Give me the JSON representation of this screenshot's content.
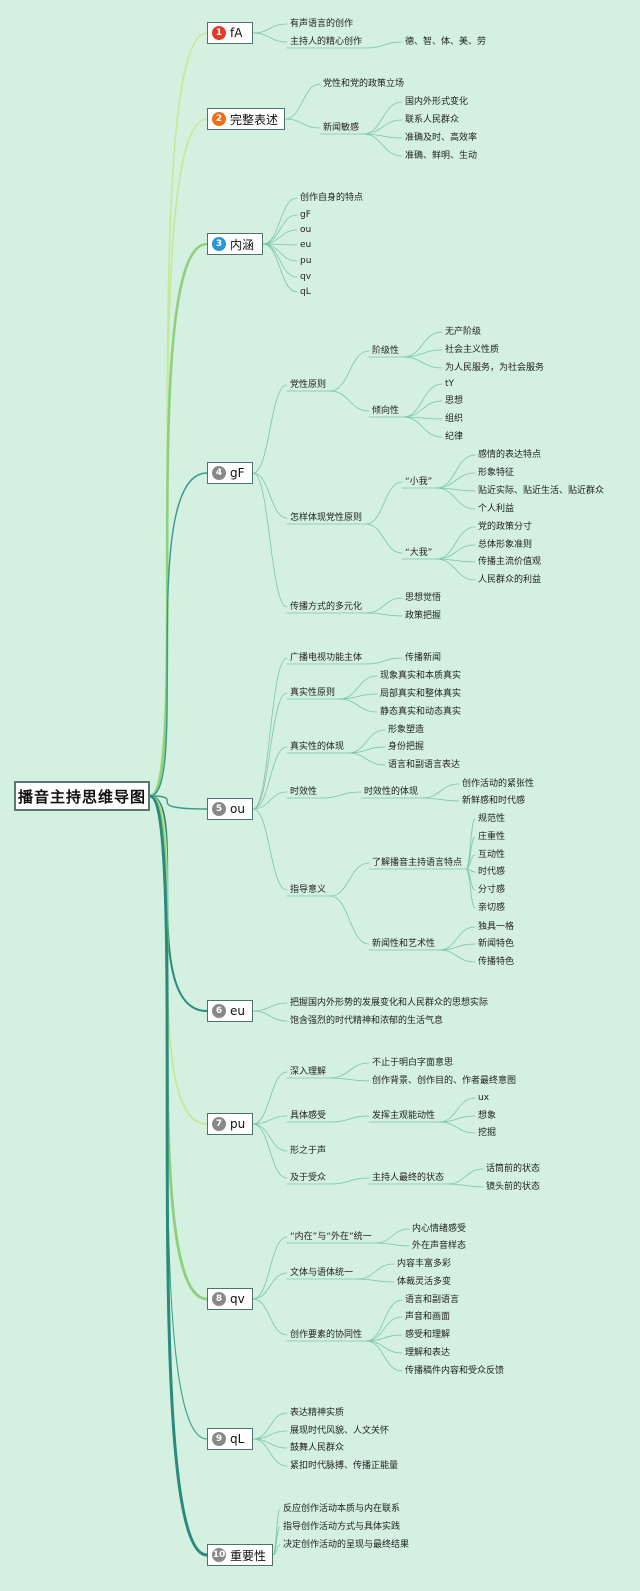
{
  "title": "播音主持思维导图",
  "colors": {
    "bg": "#d3f0e0",
    "light_green": "#c6e89a",
    "mid_green": "#8fcf7d",
    "teal": "#3a9a88",
    "dark_teal": "#2a8a7c",
    "child_line": "#7ec5a8",
    "badge_red": "#e23a2a",
    "badge_orange": "#ee6f1a",
    "badge_blue": "#2b95d6",
    "badge_grey": "#888888"
  },
  "topics": [
    {
      "id": "1",
      "label": "fA",
      "children": [
        {
          "label": "有声语言的创作"
        },
        {
          "label": "主持人的精心创作",
          "children": [
            {
              "label": "德、智、体、美、劳"
            }
          ]
        }
      ]
    },
    {
      "id": "2",
      "label": "完整表述",
      "children": [
        {
          "label": "党性和党的政策立场"
        },
        {
          "label": "新闻敏感",
          "children": [
            {
              "label": "国内外形式变化"
            },
            {
              "label": "联系人民群众"
            },
            {
              "label": "准确及时、高效率"
            },
            {
              "label": "准确、鲜明、生动"
            }
          ]
        }
      ]
    },
    {
      "id": "3",
      "label": "内涵",
      "children": [
        {
          "label": "创作自身的特点"
        },
        {
          "label": "gF"
        },
        {
          "label": "ou"
        },
        {
          "label": "eu"
        },
        {
          "label": "pu"
        },
        {
          "label": "qv"
        },
        {
          "label": "qL"
        }
      ]
    },
    {
      "id": "4",
      "label": "gF",
      "children": [
        {
          "label": "党性原则",
          "children": [
            {
              "label": "阶级性",
              "children": [
                {
                  "label": "无产阶级"
                },
                {
                  "label": "社会主义性质"
                },
                {
                  "label": "为人民服务，为社会服务"
                }
              ]
            },
            {
              "label": "倾向性",
              "children": [
                {
                  "label": "tY"
                },
                {
                  "label": "思想"
                },
                {
                  "label": "组织"
                },
                {
                  "label": "纪律"
                }
              ]
            }
          ]
        },
        {
          "label": "怎样体现党性原则",
          "children": [
            {
              "label": "“小我”",
              "children": [
                {
                  "label": "感情的表达特点"
                },
                {
                  "label": "形象特征"
                },
                {
                  "label": "贴近实际、贴近生活、贴近群众"
                },
                {
                  "label": "个人利益"
                }
              ]
            },
            {
              "label": "“大我”",
              "children": [
                {
                  "label": "党的政策分寸"
                },
                {
                  "label": "总体形象准则"
                },
                {
                  "label": "传播主流价值观"
                },
                {
                  "label": "人民群众的利益"
                }
              ]
            }
          ]
        },
        {
          "label": "传播方式的多元化",
          "children": [
            {
              "label": "思想觉悟"
            },
            {
              "label": "政策把握"
            }
          ]
        }
      ]
    },
    {
      "id": "5",
      "label": "ou",
      "children": [
        {
          "label": "广播电视功能主体",
          "children": [
            {
              "label": "传播新闻"
            }
          ]
        },
        {
          "label": "真实性原则",
          "children": [
            {
              "label": "现象真实和本质真实"
            },
            {
              "label": "局部真实和整体真实"
            },
            {
              "label": "静态真实和动态真实"
            }
          ]
        },
        {
          "label": "真实性的体现",
          "children": [
            {
              "label": "形象塑造"
            },
            {
              "label": "身份把握"
            },
            {
              "label": "语言和副语言表达"
            }
          ]
        },
        {
          "label": "时效性",
          "children": [
            {
              "label": "时效性的体现",
              "children": [
                {
                  "label": "创作活动的紧张性"
                },
                {
                  "label": "新鲜感和时代感"
                }
              ]
            }
          ]
        },
        {
          "label": "指导意义",
          "children": [
            {
              "label": "了解播音主持语言特点",
              "children": [
                {
                  "label": "规范性"
                },
                {
                  "label": "庄重性"
                },
                {
                  "label": "互动性"
                },
                {
                  "label": "时代感"
                },
                {
                  "label": "分寸感"
                },
                {
                  "label": "亲切感"
                }
              ]
            },
            {
              "label": "新闻性和艺术性",
              "children": [
                {
                  "label": "独具一格"
                },
                {
                  "label": "新闻特色"
                },
                {
                  "label": "传播特色"
                }
              ]
            }
          ]
        }
      ]
    },
    {
      "id": "6",
      "label": "eu",
      "children": [
        {
          "label": "把握国内外形势的发展变化和人民群众的思想实际"
        },
        {
          "label": "饱含强烈的时代精神和浓郁的生活气息"
        }
      ]
    },
    {
      "id": "7",
      "label": "pu",
      "children": [
        {
          "label": "深入理解",
          "children": [
            {
              "label": "不止于明白字面意思"
            },
            {
              "label": "创作背景、创作目的、作者最终意图"
            }
          ]
        },
        {
          "label": "具体感受",
          "children": [
            {
              "label": "发挥主观能动性",
              "children": [
                {
                  "label": "ux"
                },
                {
                  "label": "想象"
                },
                {
                  "label": "挖掘"
                }
              ]
            }
          ]
        },
        {
          "label": "形之于声"
        },
        {
          "label": "及于受众",
          "children": [
            {
              "label": "主持人最终的状态",
              "children": [
                {
                  "label": "话筒前的状态"
                },
                {
                  "label": "镜头前的状态"
                }
              ]
            }
          ]
        }
      ]
    },
    {
      "id": "8",
      "label": "qv",
      "children": [
        {
          "label": "“内在”与“外在”统一",
          "children": [
            {
              "label": "内心情绪感受"
            },
            {
              "label": "外在声音样态"
            }
          ]
        },
        {
          "label": "文体与语体统一",
          "children": [
            {
              "label": "内容丰富多彩"
            },
            {
              "label": "体裁灵活多变"
            }
          ]
        },
        {
          "label": "创作要素的协同性",
          "children": [
            {
              "label": "语言和副语言"
            },
            {
              "label": "声音和画面"
            },
            {
              "label": "感受和理解"
            },
            {
              "label": "理解和表达"
            },
            {
              "label": "传播稿件内容和受众反馈"
            }
          ]
        }
      ]
    },
    {
      "id": "9",
      "label": "qL",
      "children": [
        {
          "label": "表达精神实质"
        },
        {
          "label": "展现时代风貌、人文关怀"
        },
        {
          "label": "鼓舞人民群众"
        },
        {
          "label": "紧扣时代脉搏、传播正能量"
        }
      ]
    },
    {
      "id": "10",
      "label": "重要性",
      "children": [
        {
          "label": "反应创作活动本质与内在联系"
        },
        {
          "label": "指导创作活动方式与具体实践"
        },
        {
          "label": "决定创作活动的呈现与最终结果"
        }
      ]
    }
  ]
}
